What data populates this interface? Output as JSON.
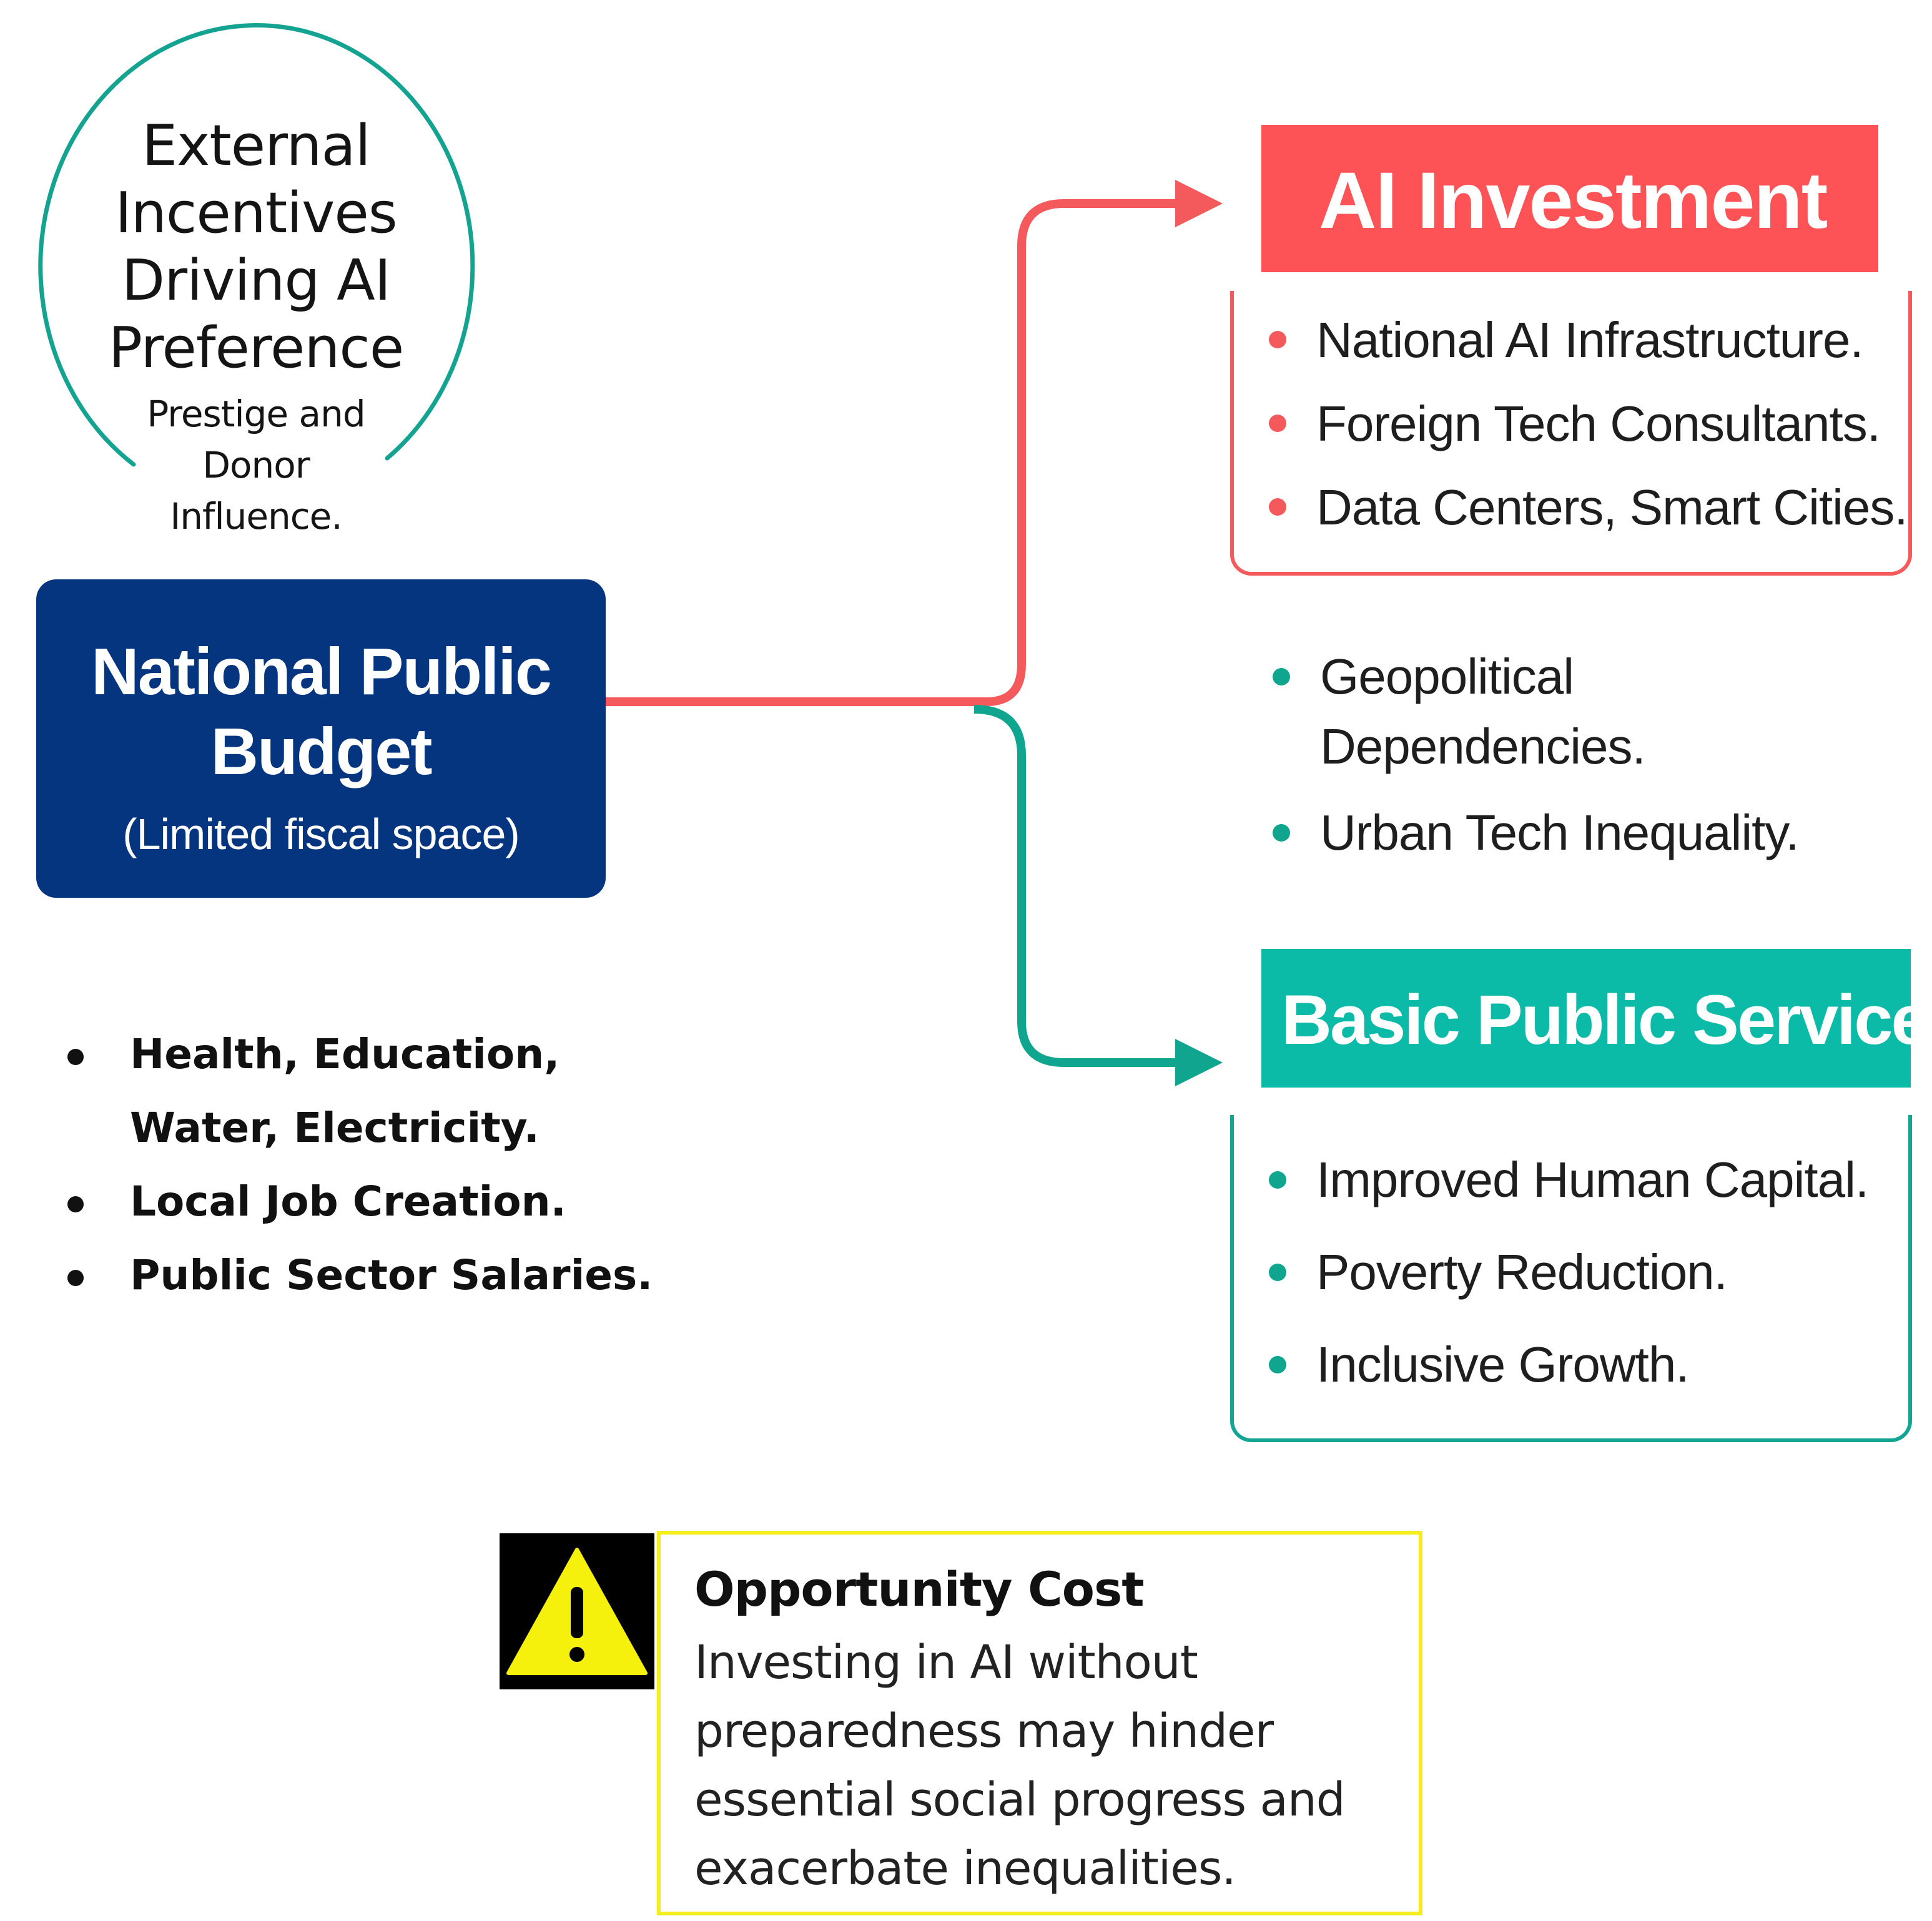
{
  "incentives": {
    "title": "External Incentives Driving AI Preference",
    "subtitle": "Prestige and Donor Influence."
  },
  "budget": {
    "title": "National Public Budget",
    "subtitle": "(Limited fiscal space)"
  },
  "left_bullets": [
    "Health, Education, Water, Electricity.",
    "Local Job Creation.",
    "Public Sector Salaries."
  ],
  "ai_investment": {
    "title": "AI Investment",
    "items": [
      "National AI Infrastructure.",
      "Foreign Tech Consultants.",
      "Data Centers, Smart Cities."
    ]
  },
  "consequences": [
    "Geopolitical Dependencies.",
    "Urban Tech Inequality."
  ],
  "basic_services": {
    "title": "Basic Public Services",
    "items": [
      "Improved Human Capital.",
      "Poverty Reduction.",
      "Inclusive Growth."
    ]
  },
  "opportunity_cost": {
    "title": "Opportunity Cost",
    "text": "Investing in AI without preparedness may hinder essential social progress and exacerbate inequalities.",
    "icon": "warning-icon"
  },
  "colors": {
    "ai_red": "#fd5356",
    "teal": "#0cbaa8",
    "navy": "#063580",
    "warning_yellow": "#f6ee1c"
  }
}
